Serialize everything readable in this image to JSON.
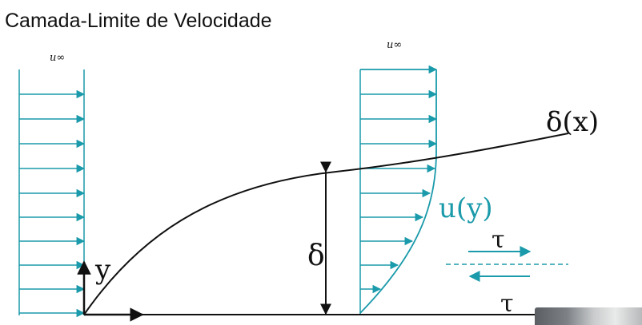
{
  "title": "Camada-Limite de Velocidade",
  "labels": {
    "u_inf_left": "u∞",
    "u_inf_right": "u∞",
    "delta_x": "δ(x)",
    "u_y": "u(y)",
    "delta": "δ",
    "y_axis": "y",
    "tau_top": "τ",
    "tau_bottom": "τ"
  },
  "colors": {
    "flow": "#1a9aaa",
    "ink": "#111111"
  }
}
